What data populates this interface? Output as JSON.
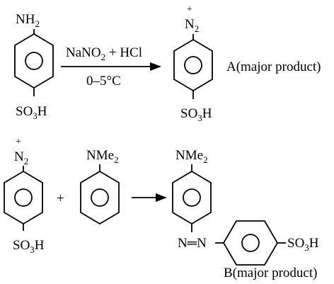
{
  "reaction1": {
    "reactant": {
      "top_main": "NH",
      "top_sub": "2",
      "bottom_a": "SO",
      "bottom_sub": "3",
      "bottom_b": "H"
    },
    "reagent": {
      "a": "NaNO",
      "a_sub": "2",
      "b": " + HCl",
      "condition": "0–5°C"
    },
    "product": {
      "charge": "+",
      "top_main": "N",
      "top_sub": "2",
      "bottom_a": "SO",
      "bottom_sub": "3",
      "bottom_b": "H"
    },
    "product_label": "A(major product)"
  },
  "reaction2": {
    "reactant1": {
      "charge": "+",
      "top_main": "N",
      "top_sub": "2",
      "bottom_a": "SO",
      "bottom_sub": "3",
      "bottom_b": "H"
    },
    "plus": "+",
    "reactant2": {
      "top_main": "NMe",
      "top_sub": "2"
    },
    "product": {
      "top_main": "NMe",
      "top_sub": "2",
      "azo": "N═N",
      "right_a": "SO",
      "right_sub": "3",
      "right_b": "H"
    },
    "product_label": "B(major product)"
  }
}
